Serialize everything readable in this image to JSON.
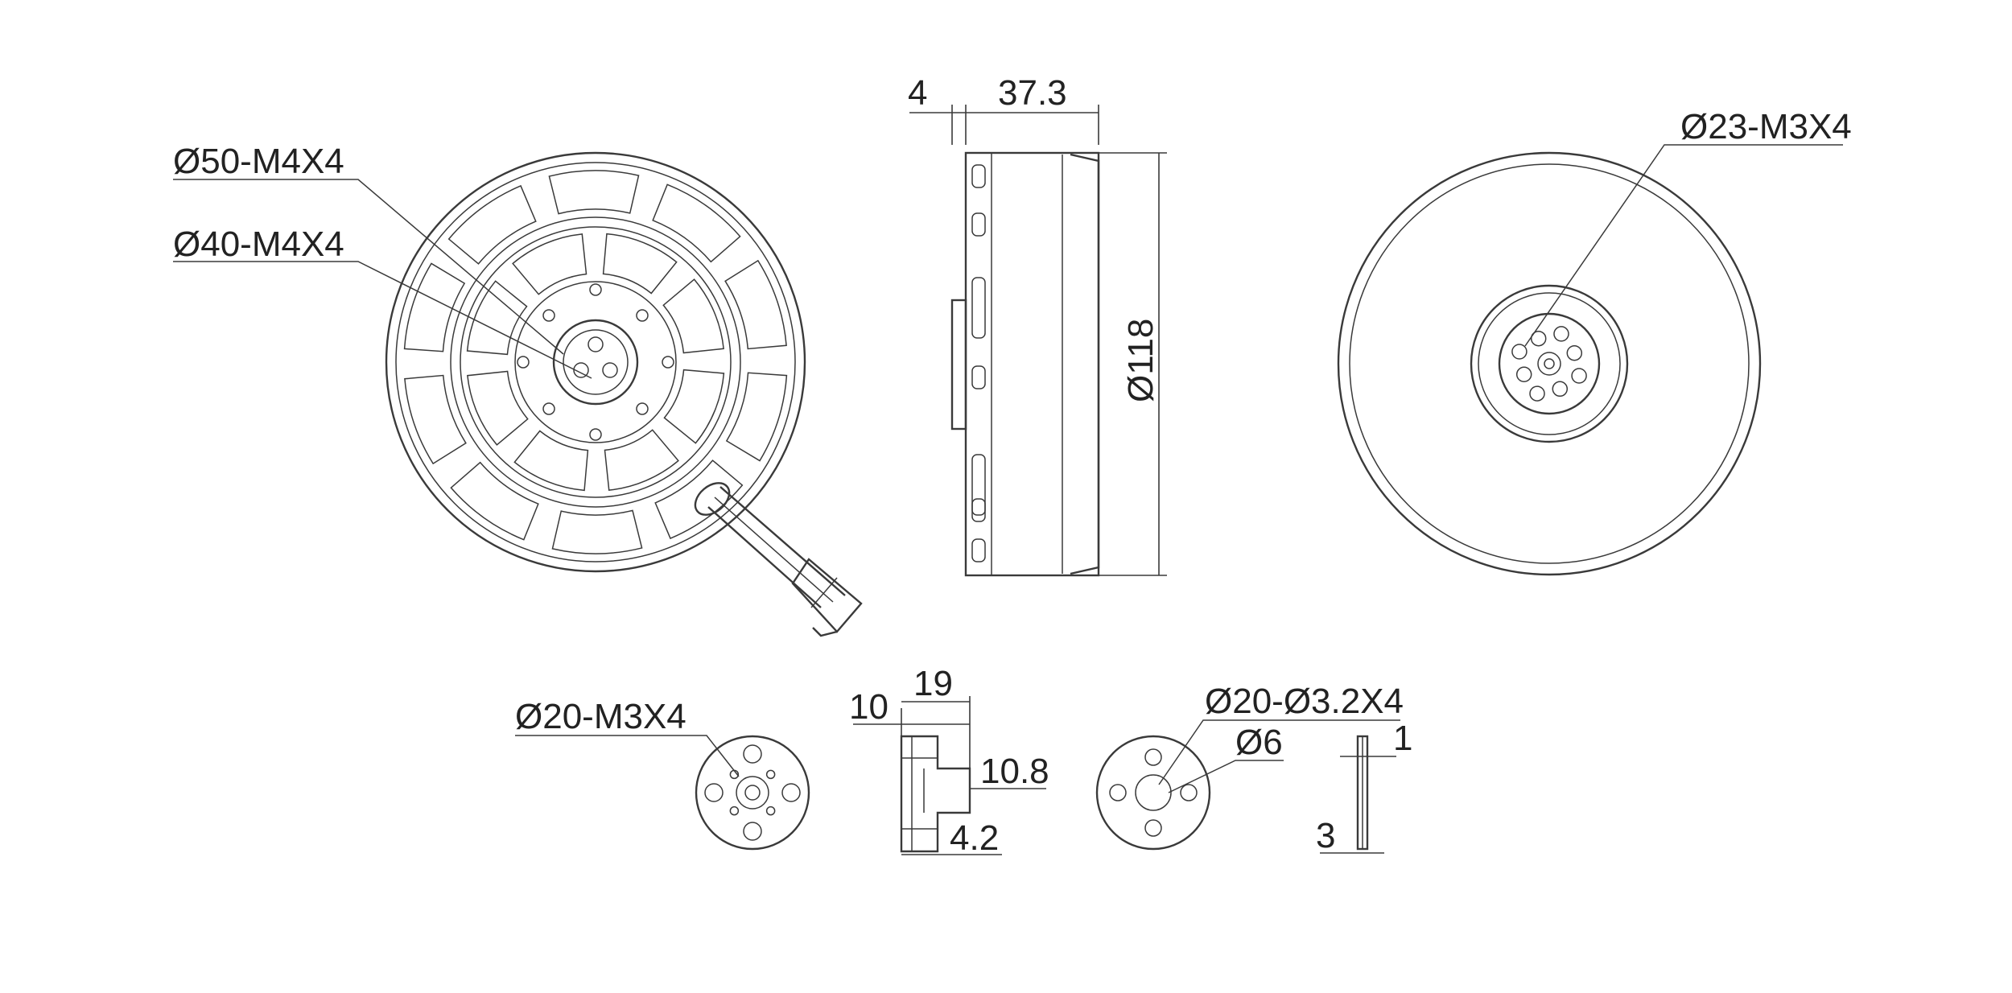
{
  "drawing": {
    "front_view": {
      "labels": {
        "hole_pattern_outer": "Ø50-M4X4",
        "hole_pattern_inner": "Ø40-M4X4"
      }
    },
    "side_view": {
      "labels": {
        "shaft_length": "4",
        "body_height": "37.3",
        "diameter": "Ø118"
      }
    },
    "back_view": {
      "labels": {
        "hole_pattern": "Ø23-M3X4"
      }
    },
    "prop_adapter": {
      "labels": {
        "hole_pattern": "Ø20-M3X4",
        "flange_offset": "10",
        "total_height": "19",
        "boss_diameter": "10.8",
        "base_thickness": "4.2"
      }
    },
    "prop_washer": {
      "labels": {
        "hole_pattern": "Ø20-Ø3.2X4",
        "center_bore": "Ø6",
        "top_thickness": "1",
        "bottom_thickness": "3"
      }
    }
  }
}
